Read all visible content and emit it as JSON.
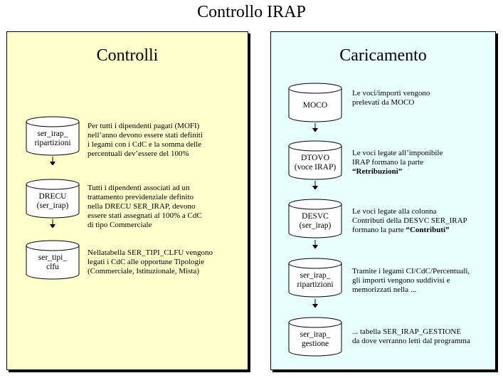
{
  "title": "Controllo IRAP",
  "controlli": {
    "title": "Controlli",
    "items": [
      {
        "db": "ser_irap_\nripartizioni",
        "text": "Per tutti i dipendenti pagati (MOFI)\nnell’anno devono essere stati definiti\ni legami con i CdC e la somma delle\npercentuali dev’essere del 100%"
      },
      {
        "db": "DRECU\n(ser_irap)",
        "text": "Tutti i dipendenti associati ad un\ntrattamento previdenziale definito\nnella DRECU SER_IRAP, devono\nessere stati assegnati al 100% a CdC\ndi tipo Commerciale"
      },
      {
        "db": "ser_tipi_\nclfu",
        "text": "Nellatabella SER_TIPI_CLFU vengono\nlegati i CdC alle opportune Tipologie\n(Commerciale, Istituzionale, Mista)"
      }
    ]
  },
  "caricamento": {
    "title": "Caricamento",
    "items": [
      {
        "db": "MOCO",
        "text": "Le voci/importi vengono\nprelevati da MOCO",
        "bold": ""
      },
      {
        "db": "DTOVO\n(voce IRAP)",
        "text": "Le voci legate all’imponibile\nIRAP formano la parte\n",
        "bold": "“Retribuzioni”"
      },
      {
        "db": "DESVC\n(ser_irap)",
        "text": "Le voci legate alla colonna\nContributi della DESVC SER_IRAP\nformano la parte ",
        "bold": "“Contributi”"
      },
      {
        "db": "ser_irap_\nripartizioni",
        "text": "Tramite i legami CI/CdC/Percentuali,\ngli importi vengono suddivisi e\nmemorizzati nella ...",
        "bold": ""
      },
      {
        "db": "ser_irap_\ngestione",
        "text": "... tabella SER_IRAP_GESTIONE\nda dove verranno letti dal programma",
        "bold": ""
      }
    ]
  }
}
